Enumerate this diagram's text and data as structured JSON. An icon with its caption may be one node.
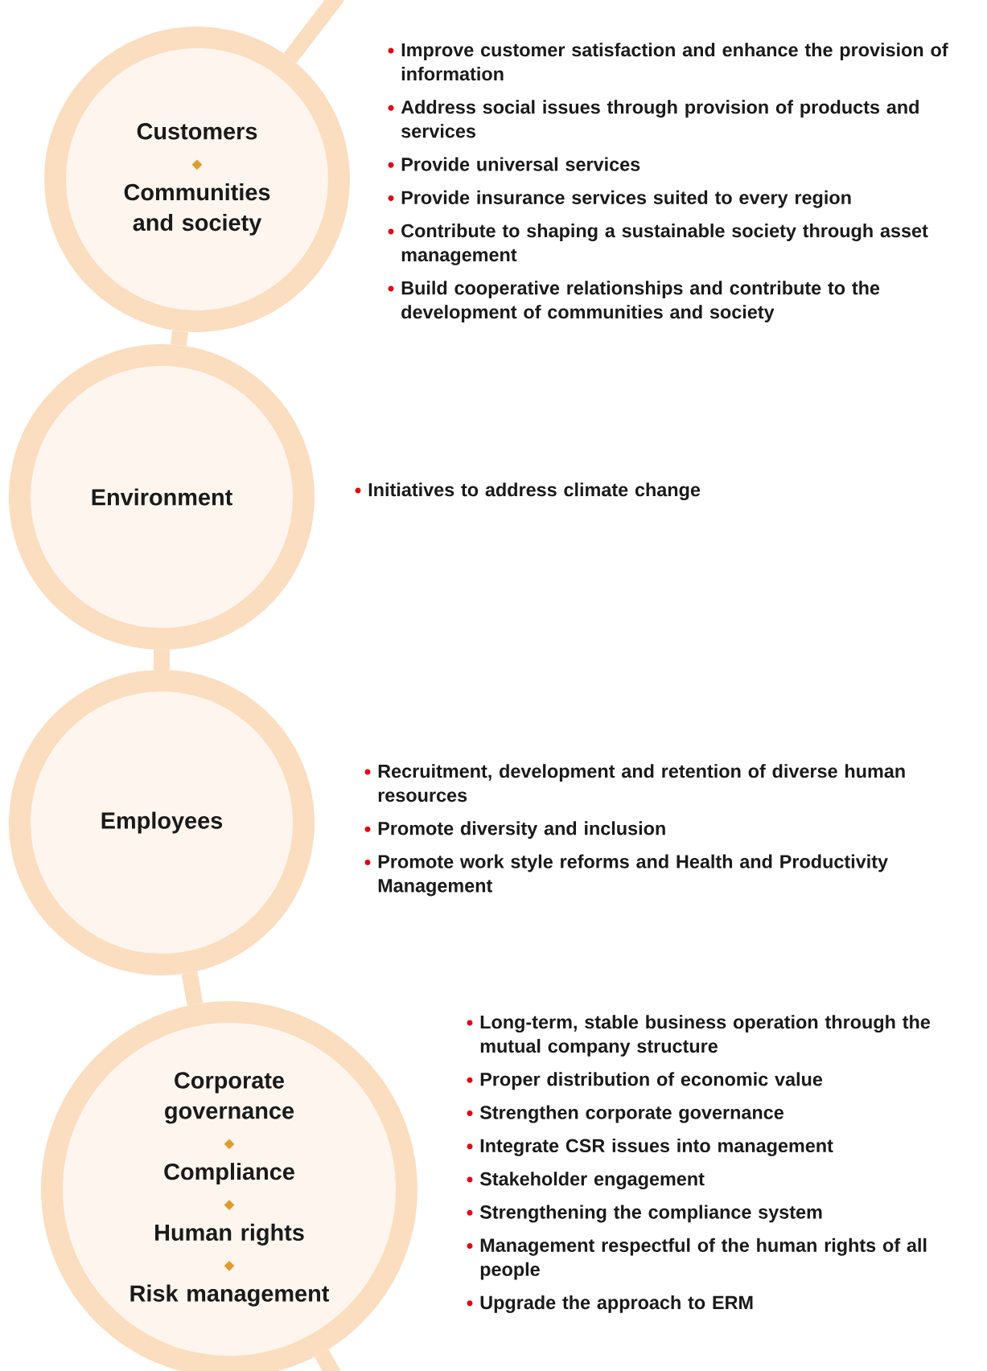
{
  "diagram": {
    "nodes": [
      {
        "text": [
          "Customers",
          "Communities and society"
        ],
        "beside": [
          "Improve customer satisfaction and enhance the provision of information",
          "Address social issues through provision of products and services",
          "Provide universal services",
          "Provide insurance services suited to every region",
          "Contribute to shaping a sustainable society through asset management",
          "Build cooperative relationships and contribute to the development of communities and society"
        ]
      },
      {
        "text": [
          "Environment"
        ],
        "beside": [
          "Initiatives to address climate change"
        ]
      },
      {
        "text": [
          "Employees"
        ],
        "beside": [
          "Recruitment, development and retention of diverse human resources",
          "Promote diversity and inclusion",
          "Promote work style reforms and Health and Productivity Management"
        ]
      },
      {
        "text": [
          "Corporate governance",
          "Compliance",
          "Human rights",
          "Risk management"
        ],
        "beside": [
          "Long-term, stable business operation through the mutual company structure",
          "Proper distribution of economic value",
          "Strengthen corporate governance",
          "Integrate CSR issues into management",
          "Stakeholder engagement",
          "Strengthening the compliance system",
          "Management respectful of the human rights of all people",
          "Upgrade the approach to ERM"
        ]
      }
    ],
    "edges": [
      {
        "from": null,
        "to": 0,
        "arrow": "none"
      },
      {
        "from": 0,
        "to": 1,
        "arrow": "none"
      },
      {
        "from": 1,
        "to": 2,
        "arrow": "none"
      },
      {
        "from": 2,
        "to": 3,
        "arrow": "none"
      },
      {
        "from": 3,
        "to": null,
        "arrow": "none"
      }
    ]
  }
}
